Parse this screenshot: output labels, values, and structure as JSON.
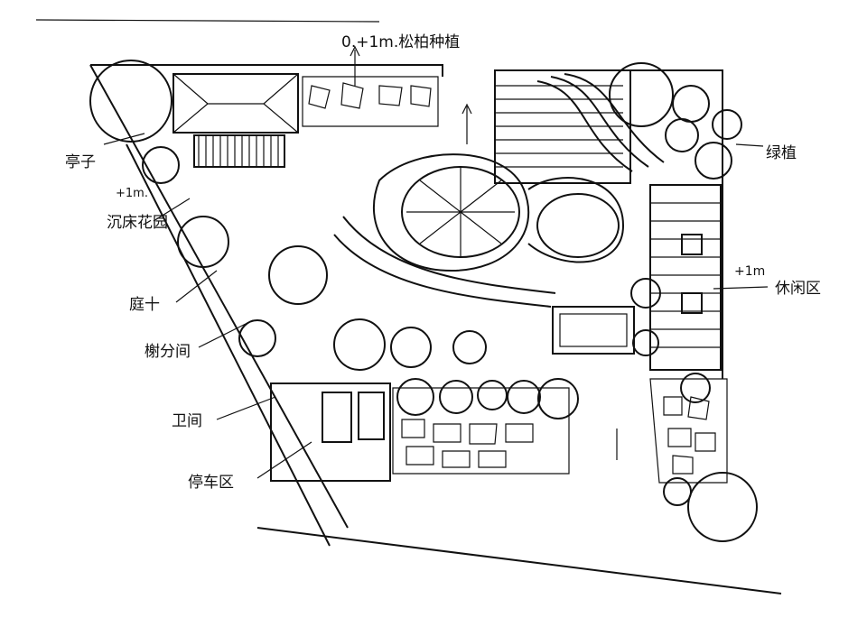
{
  "title": "Hand-drawn garden site plan",
  "labels": {
    "top_planting": "0.+1m.松柏种植",
    "pavilion": "亭子",
    "sunken_level": "+1m.",
    "sunken_garden": "沉床花园",
    "stepping": "庭十",
    "pavilion_room": "榭分间",
    "restroom": "卫间",
    "parking": "停车区",
    "greenery": "绿植",
    "rest_level": "+1m",
    "rest_area": "休闲区"
  },
  "colors": {
    "ink": "#111111",
    "paper": "#ffffff"
  }
}
